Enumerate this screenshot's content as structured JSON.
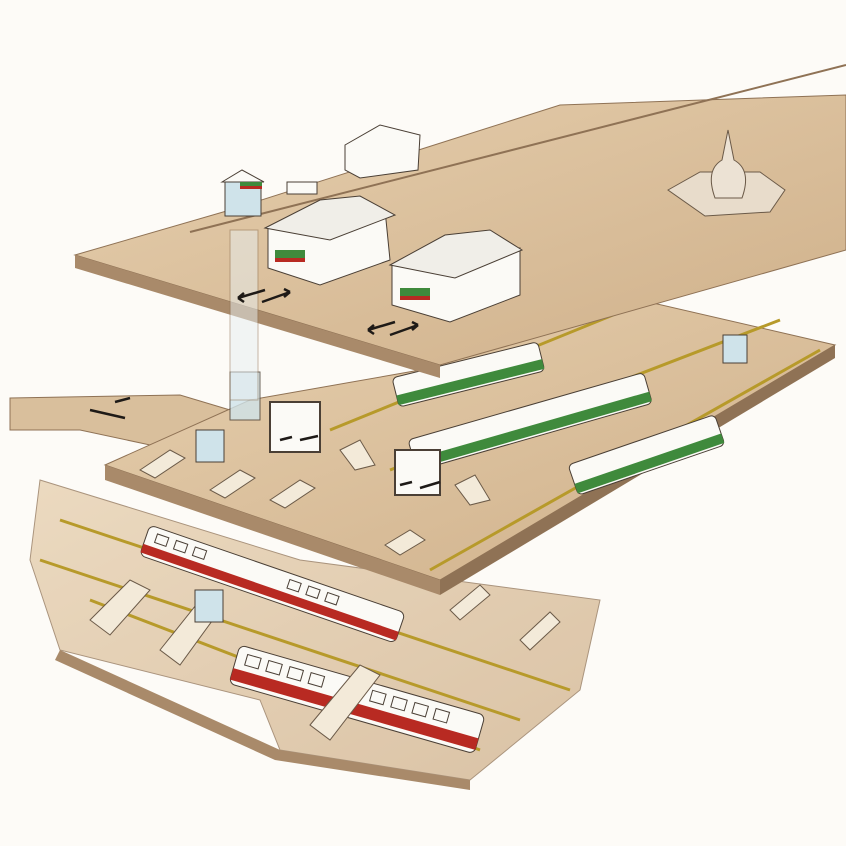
{
  "illustration": {
    "colors": {
      "background": "#fdfbf7",
      "slab_top": "#d9bf9c",
      "slab_edge": "#a98a6a",
      "slab_shadow": "#c4a27d",
      "building": "#fbfaf6",
      "line_stroke": "#4a3f35",
      "green_line": "#3f8a3c",
      "red_line": "#b82a22",
      "yellow_stripe": "#b79a2a",
      "glass": "#cfe3ea",
      "arrow": "#1e1a17"
    },
    "levels": [
      "street-level",
      "green-line-platform-level",
      "red-line-platform-level"
    ]
  }
}
